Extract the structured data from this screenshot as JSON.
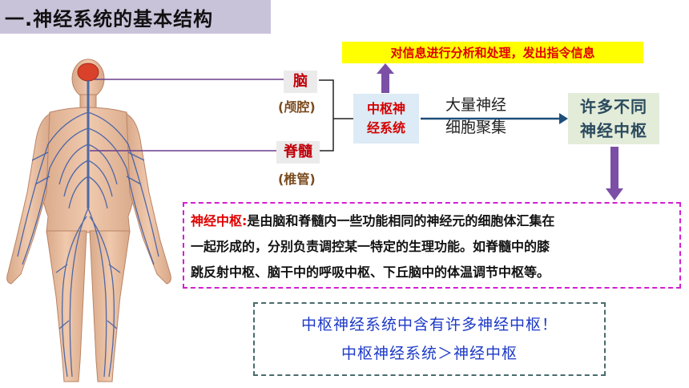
{
  "title": "一.神经系统的基本结构",
  "function_label": "对信息进行分析和处理，发出指令信息",
  "brain": {
    "name": "脑",
    "container": "(颅腔)"
  },
  "spinal_cord": {
    "name": "脊髓",
    "container": "(椎管)"
  },
  "cns": {
    "line1": "中枢神",
    "line2": "经系统"
  },
  "cells_label": {
    "line1": "大量神经",
    "line2": "细胞聚集"
  },
  "many_centers": {
    "line1": "许多不同",
    "line2": "神经中枢"
  },
  "definition": {
    "term": "神经中枢:",
    "line1_rest": "是由脑和脊髓内一些功能相同的神经元的细胞体汇集在",
    "line2": "一起形成的，分别负责调控某一特定的生理功能。如脊髓中的膝",
    "line3": "跳反射中枢、脑干中的呼吸中枢、下丘脑中的体温调节中枢等。"
  },
  "summary": {
    "line1": "中枢神经系统中含有许多神经中枢！",
    "line2": "中枢神经系统＞神经中枢"
  },
  "colors": {
    "title_bg": "#c9c3da",
    "arrow_purple": "#7b4fa6",
    "arrow_blue": "#1f4e79",
    "line_purple": "#6b3f8c",
    "nerve_blue": "#3d5fa8",
    "brain_red": "#d9412a"
  }
}
